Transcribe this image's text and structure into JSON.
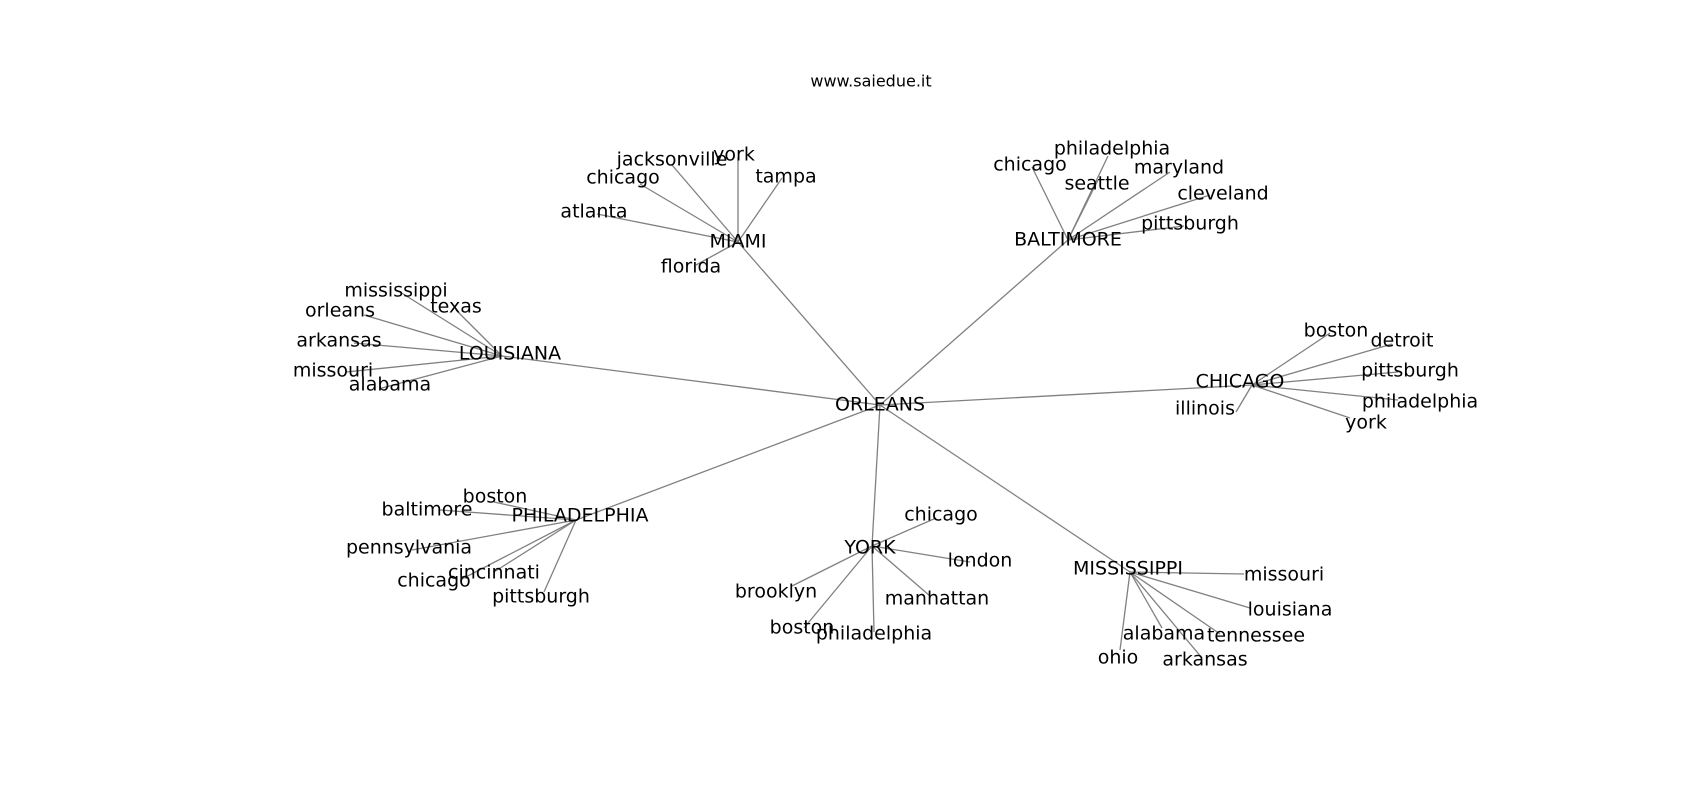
{
  "title": "www.saiedue.it",
  "root": "ORLEANS",
  "groups": [
    {
      "hub": "MIAMI",
      "leaves": [
        "jacksonville",
        "york",
        "tampa",
        "chicago",
        "atlanta",
        "florida"
      ]
    },
    {
      "hub": "BALTIMORE",
      "leaves": [
        "chicago",
        "philadelphia",
        "seattle",
        "maryland",
        "cleveland",
        "pittsburgh"
      ]
    },
    {
      "hub": "LOUISIANA",
      "leaves": [
        "mississippi",
        "texas",
        "orleans",
        "arkansas",
        "missouri",
        "alabama"
      ]
    },
    {
      "hub": "CHICAGO",
      "leaves": [
        "boston",
        "detroit",
        "pittsburgh",
        "philadelphia",
        "york",
        "illinois"
      ]
    },
    {
      "hub": "PHILADELPHIA",
      "leaves": [
        "boston",
        "baltimore",
        "pennsylvania",
        "cincinnati",
        "chicago",
        "pittsburgh"
      ]
    },
    {
      "hub": "YORK",
      "leaves": [
        "chicago",
        "london",
        "brooklyn",
        "manhattan",
        "boston",
        "philadelphia"
      ]
    },
    {
      "hub": "MISSISSIPPI",
      "leaves": [
        "missouri",
        "louisiana",
        "alabama",
        "tennessee",
        "ohio",
        "arkansas"
      ]
    }
  ]
}
